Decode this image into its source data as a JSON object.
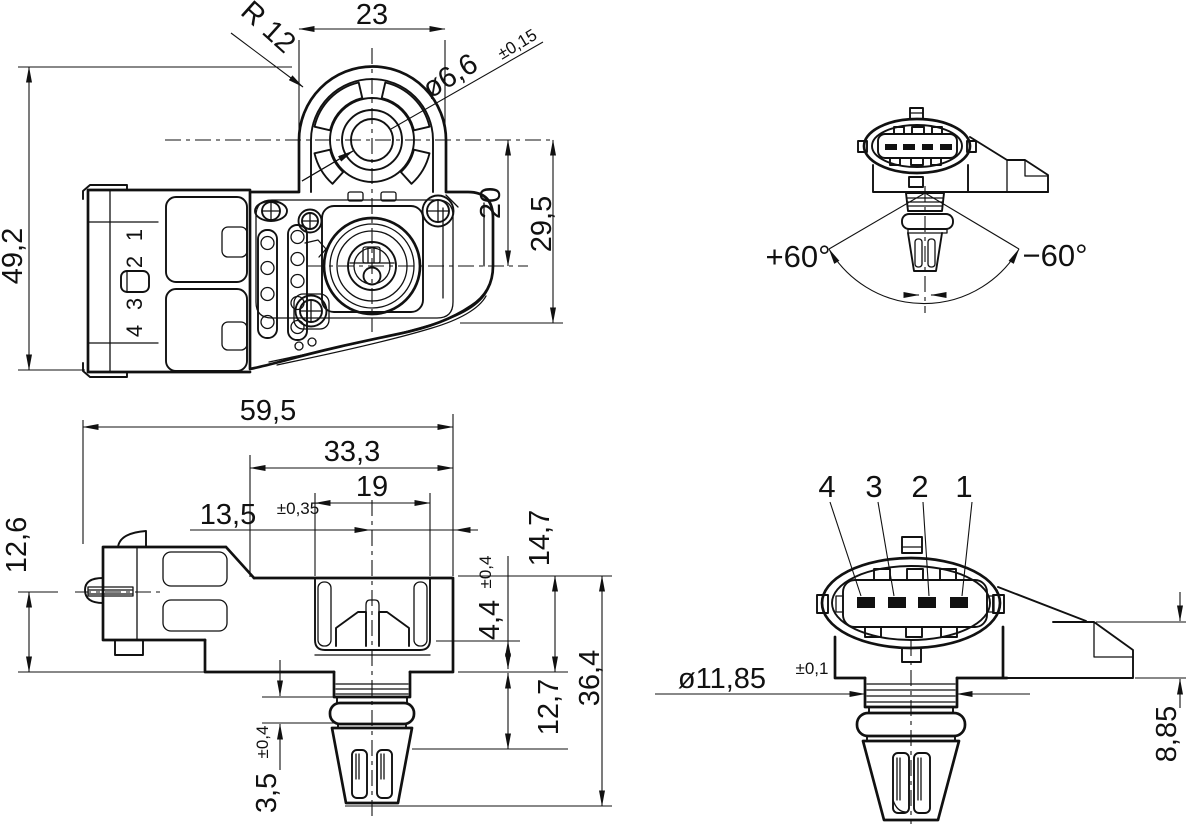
{
  "colors": {
    "background": "#ffffff",
    "line": "#111111"
  },
  "top_view": {
    "dim_height": "49,2",
    "dim_width": "23",
    "dim_radius": "R 12",
    "dim_hole": "ø6,6",
    "dim_hole_tol": "±0,15",
    "dim_hole_to_port": "20",
    "dim_hole_to_edge": "29,5",
    "pin_labels": [
      "1",
      "2",
      "3",
      "4"
    ]
  },
  "angle_view": {
    "angle_left": "+60°",
    "angle_right": "−60°"
  },
  "side_view": {
    "dim_overall": "59,5",
    "dim_body": "33,3",
    "dim_port": "19",
    "dim_offset": "13,5",
    "dim_offset_tol": "±0,35",
    "dim_pin_axis": "12,6",
    "dim_body_height": "14,7",
    "dim_cell": "4,4",
    "dim_cell_tol": "±0,4",
    "dim_probe": "12,7",
    "dim_total": "36,4",
    "dim_oring": "3,5",
    "dim_oring_tol": "±0,4"
  },
  "front_view": {
    "pin_labels": [
      "4",
      "3",
      "2",
      "1"
    ],
    "dim_diameter": "ø11,85",
    "dim_diameter_tol": "±0,1",
    "dim_bracket": "8,85"
  }
}
